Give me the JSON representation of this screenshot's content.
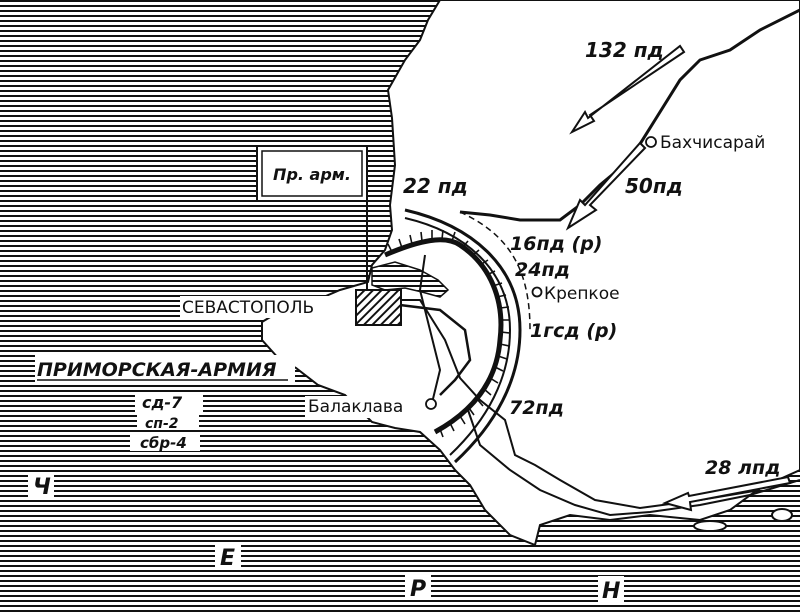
{
  "map": {
    "units": {
      "d132": "132 пд",
      "d50": "50пд",
      "d22": "22 пд",
      "d16": "16пд (р)",
      "d24": "24пд",
      "g1": "1гсд (р)",
      "d72": "72пд",
      "l28": "28 лпд"
    },
    "towns": {
      "bakhchisaray": "Бахчисарай",
      "krepkoe": "Крепкое",
      "sevastopol": "СЕВАСТОПОЛЬ",
      "balaklava": "Балаклава"
    },
    "hq_label": "Пр. арм.",
    "army": {
      "name": "ПРИМОРСКАЯ-АРМИЯ",
      "line1": "сд-7",
      "line2": "сп-2",
      "line3": "сбр-4"
    },
    "sea_letters": [
      "Ч",
      "Е",
      "Р",
      "Н"
    ],
    "colors": {
      "ink": "#111111",
      "paper": "#ffffff"
    }
  }
}
